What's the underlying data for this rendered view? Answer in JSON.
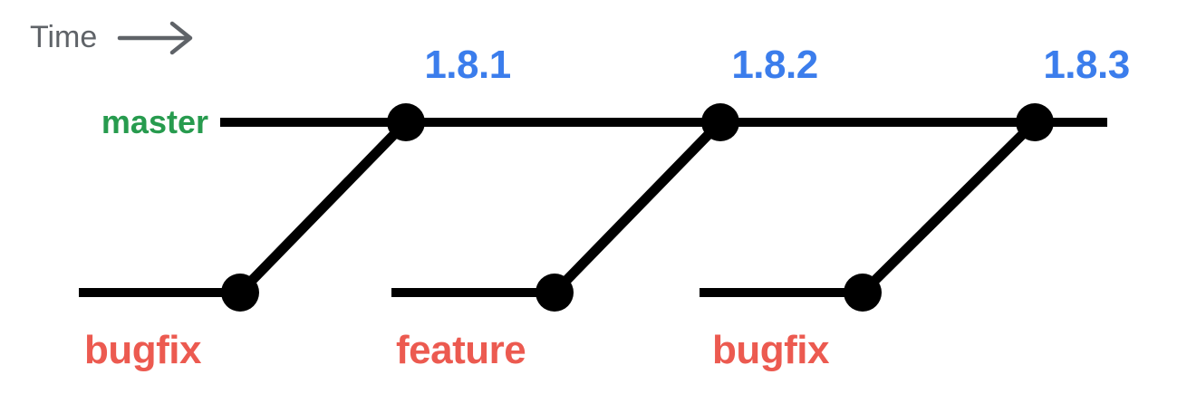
{
  "diagram": {
    "time": {
      "label": "Time"
    },
    "master": {
      "label": "master"
    },
    "releases": [
      {
        "label": "1.8.1"
      },
      {
        "label": "1.8.2"
      },
      {
        "label": "1.8.3"
      }
    ],
    "branches": [
      {
        "label": "bugfix"
      },
      {
        "label": "feature"
      },
      {
        "label": "bugfix"
      }
    ],
    "colors": {
      "line": "#000000",
      "master_label": "#279b4e",
      "release_label": "#3b7dec",
      "branch_label": "#ec5a50",
      "time_label": "#5f6368"
    }
  }
}
